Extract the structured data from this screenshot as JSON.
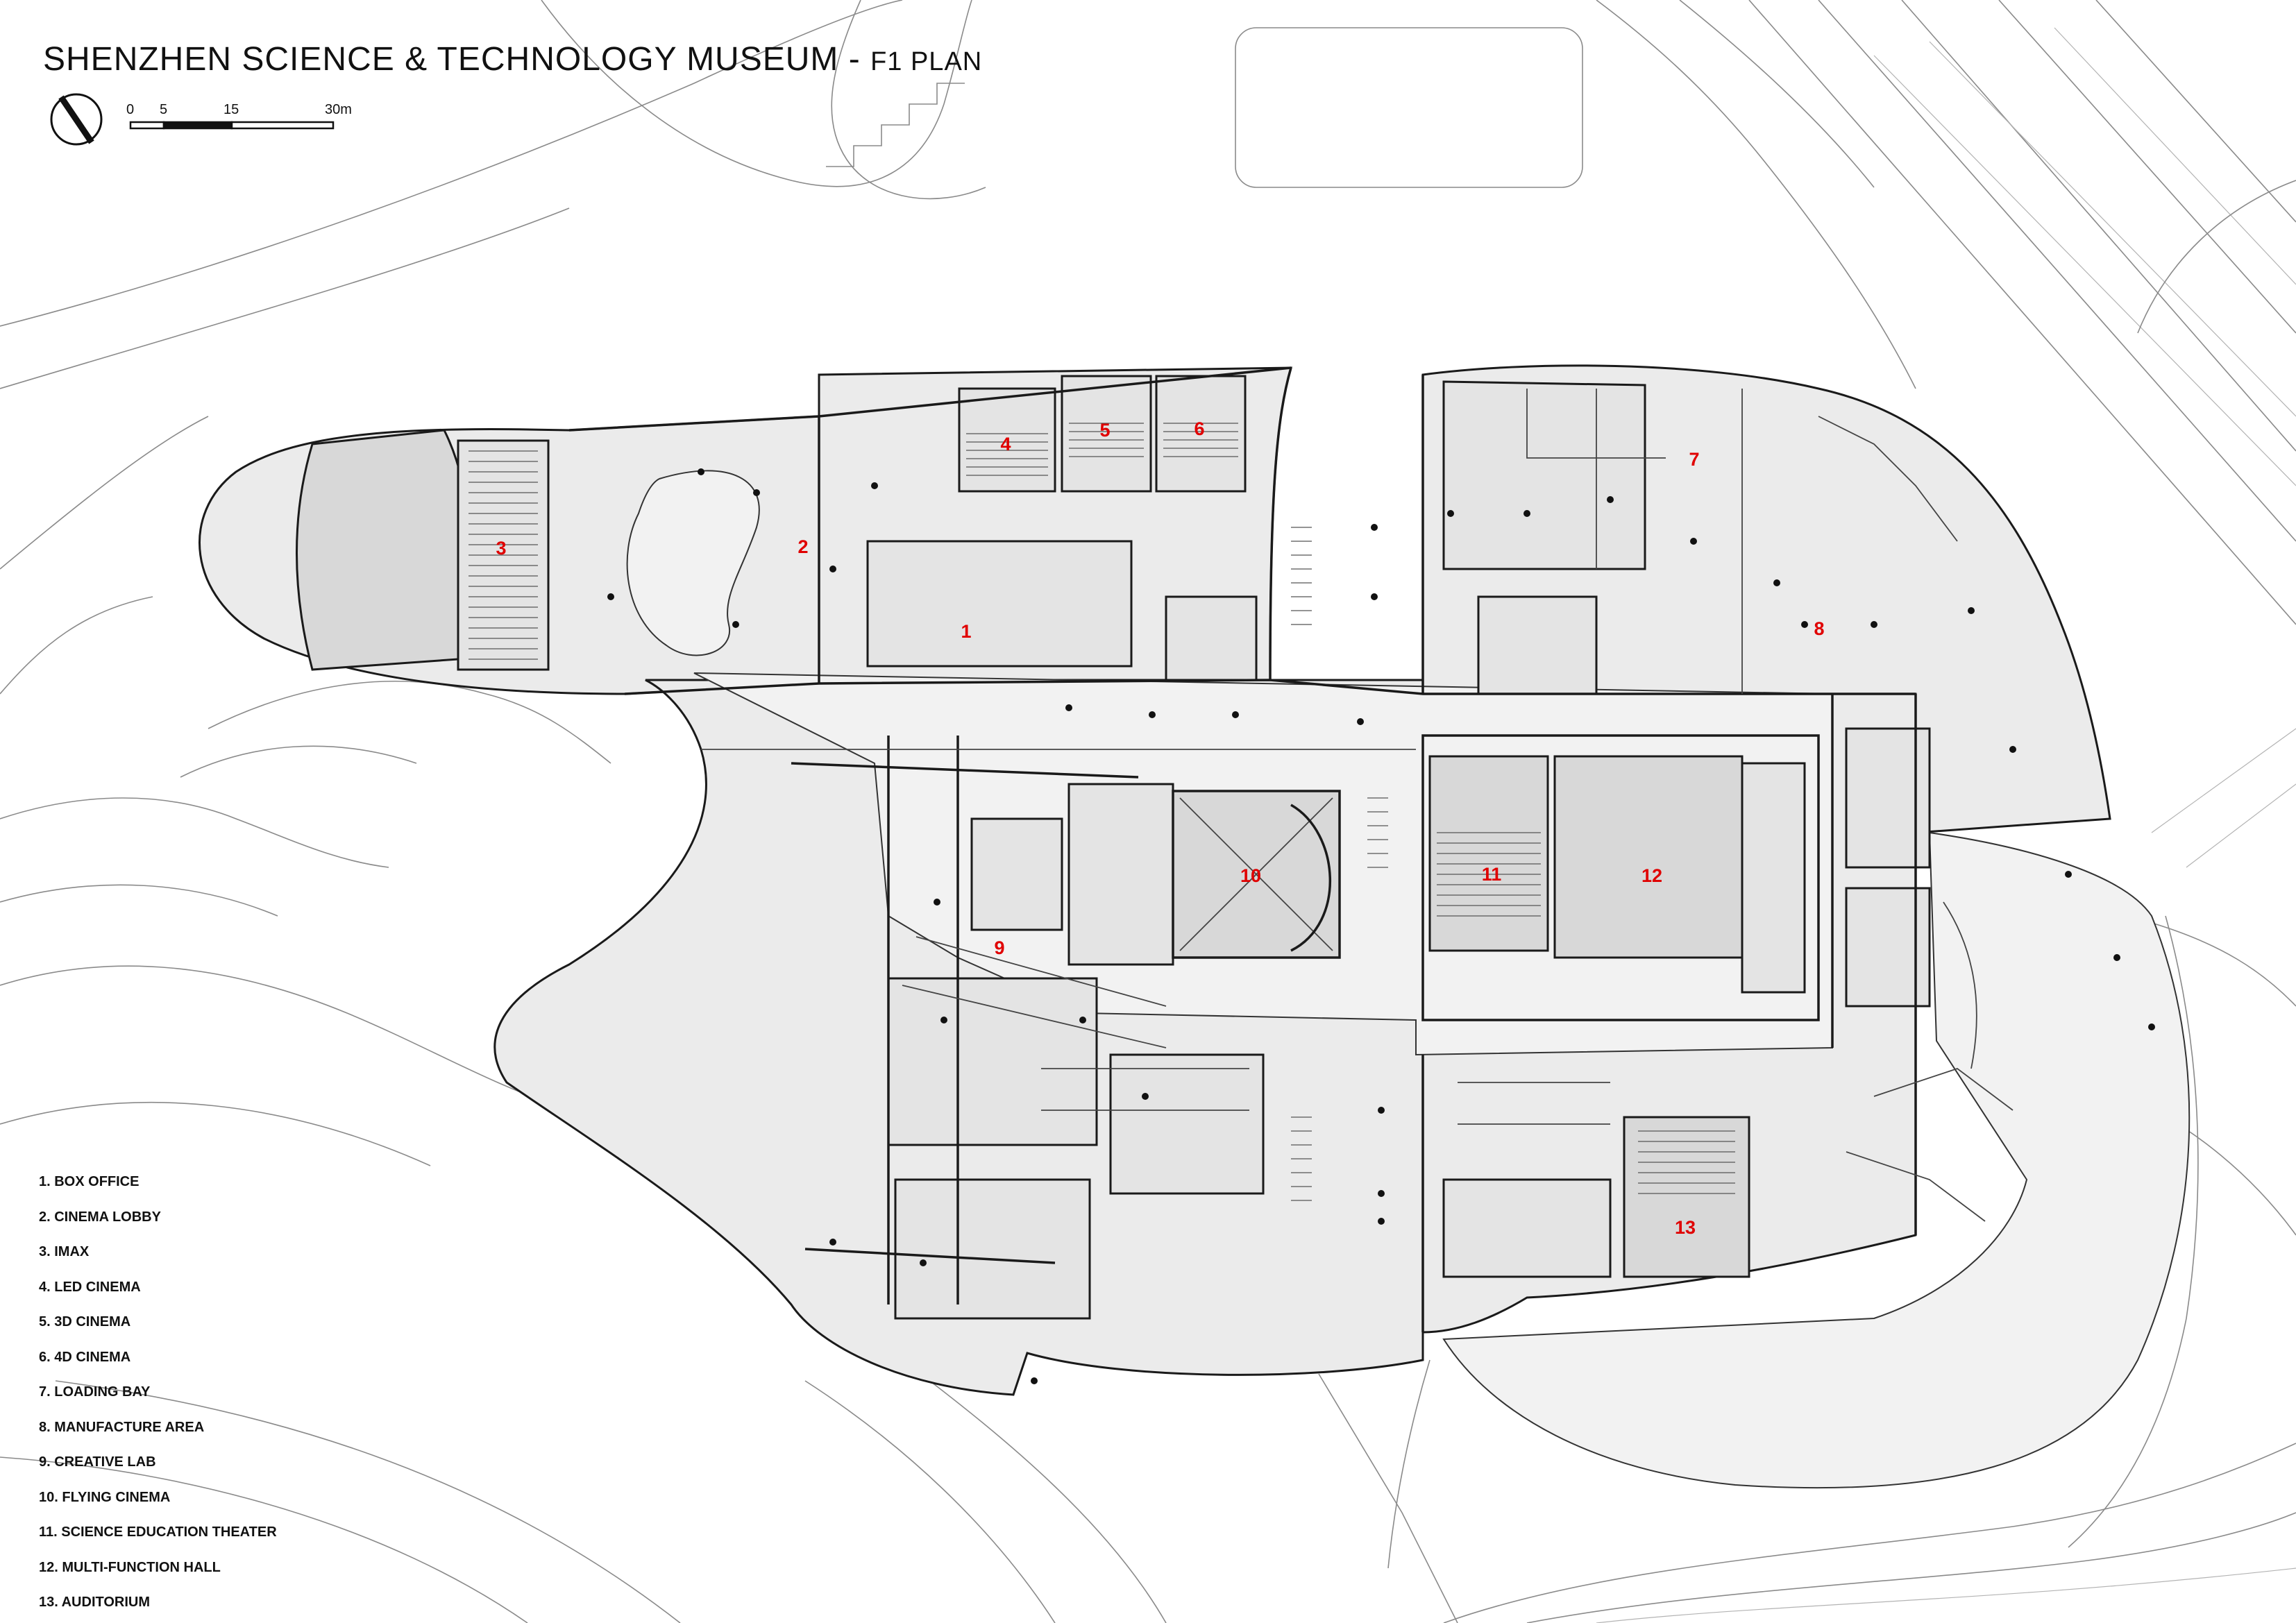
{
  "title": {
    "main": "SHENZHEN SCIENCE & TECHNOLOGY MUSEUM",
    "separator": " - ",
    "sub": "F1 PLAN"
  },
  "scale_bar": {
    "ticks": [
      "0",
      "5",
      "15",
      "30m"
    ]
  },
  "north_arrow": {
    "icon": "north-arrow-icon"
  },
  "room_numbers": [
    "1",
    "2",
    "3",
    "4",
    "5",
    "6",
    "7",
    "8",
    "9",
    "10",
    "11",
    "12",
    "13"
  ],
  "legend": [
    "1. BOX OFFICE",
    "2. CINEMA LOBBY",
    "3. IMAX",
    "4. LED CINEMA",
    "5. 3D CINEMA",
    "6. 4D CINEMA",
    "7. LOADING BAY",
    "8. MANUFACTURE AREA",
    "9. CREATIVE LAB",
    "10. FLYING CINEMA",
    "11. SCIENCE EDUCATION THEATER",
    "12. MULTI-FUNCTION HALL",
    "13. AUDITORIUM"
  ],
  "colors": {
    "room_number": "#e00000",
    "floor_fill": "#ebebeb",
    "wall": "#1a1a1a",
    "site_lines": "#8a8a8a"
  }
}
